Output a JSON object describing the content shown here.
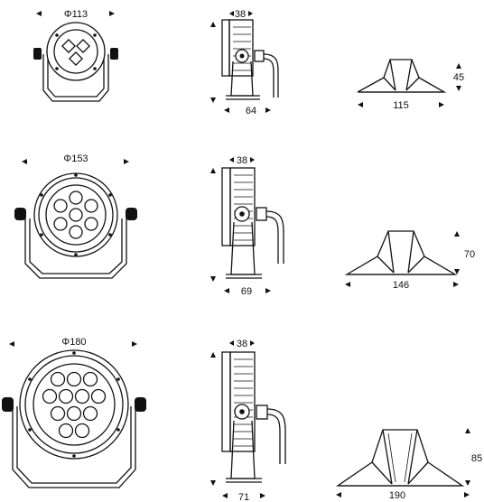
{
  "rows": [
    {
      "front": {
        "diameter_label": "Φ113",
        "leds": 3
      },
      "side": {
        "top_label": "38",
        "bottom_label": "64"
      },
      "mount": {
        "width_label": "115",
        "height_label": "45"
      }
    },
    {
      "front": {
        "diameter_label": "Φ153",
        "leds": 7
      },
      "side": {
        "top_label": "38",
        "bottom_label": "69"
      },
      "mount": {
        "width_label": "146",
        "height_label": "70"
      }
    },
    {
      "front": {
        "diameter_label": "Φ180",
        "leds": 12
      },
      "side": {
        "top_label": "38",
        "bottom_label": "71"
      },
      "mount": {
        "width_label": "190",
        "height_label": "85"
      }
    }
  ]
}
